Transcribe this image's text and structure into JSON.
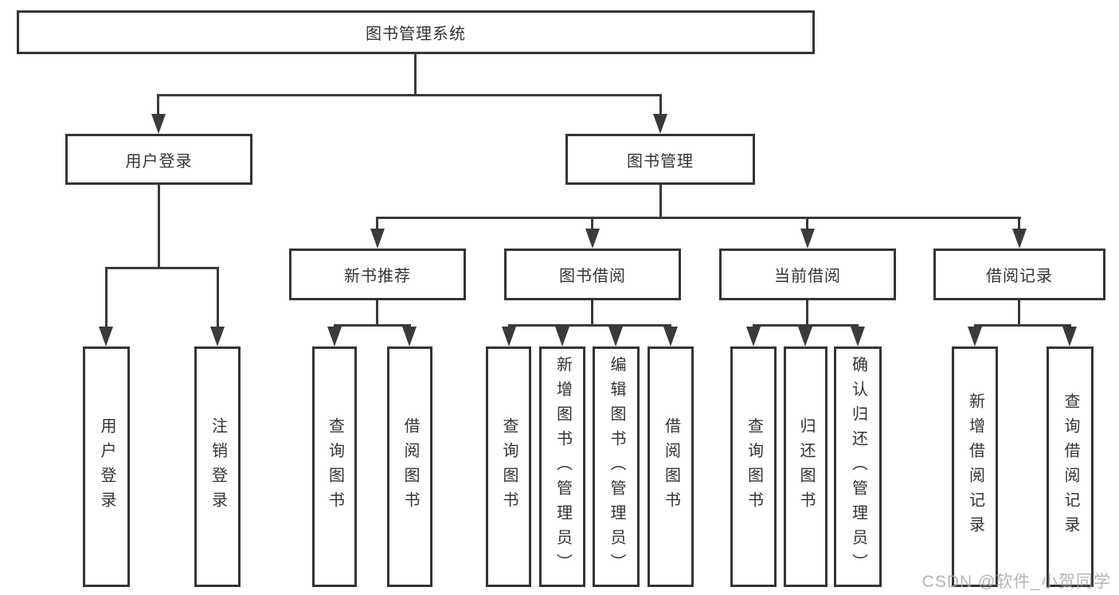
{
  "nodes": {
    "root": "图书管理系统",
    "user_login": "用户登录",
    "book_management": "图书管理",
    "new_book_recommend": "新书推荐",
    "book_borrowing": "图书借阅",
    "current_borrowing": "当前借阅",
    "borrowing_records": "借阅记录",
    "ul_user_login": "用户登录",
    "ul_logout": "注销登录",
    "nb_query_books": "查询图书",
    "nb_borrow_books": "借阅图书",
    "bb_query_books": "查询图书",
    "bb_add_books_admin": "新增图书（管理员）",
    "bb_edit_books_admin": "编辑图书（管理员）",
    "bb_borrow_books": "借阅图书",
    "cb_query_books": "查询图书",
    "cb_return_books": "归还图书",
    "cb_confirm_return_admin": "确认归还（管理员）",
    "br_add_record": "新增借阅记录",
    "br_query_record": "查询借阅记录"
  },
  "watermark": "CSDN @软件_小贺同学",
  "colors": {
    "line": "#3a3a3a",
    "box_border": "#343434",
    "text": "#333333",
    "watermark": "#a8a8a8",
    "background": "#ffffff"
  }
}
